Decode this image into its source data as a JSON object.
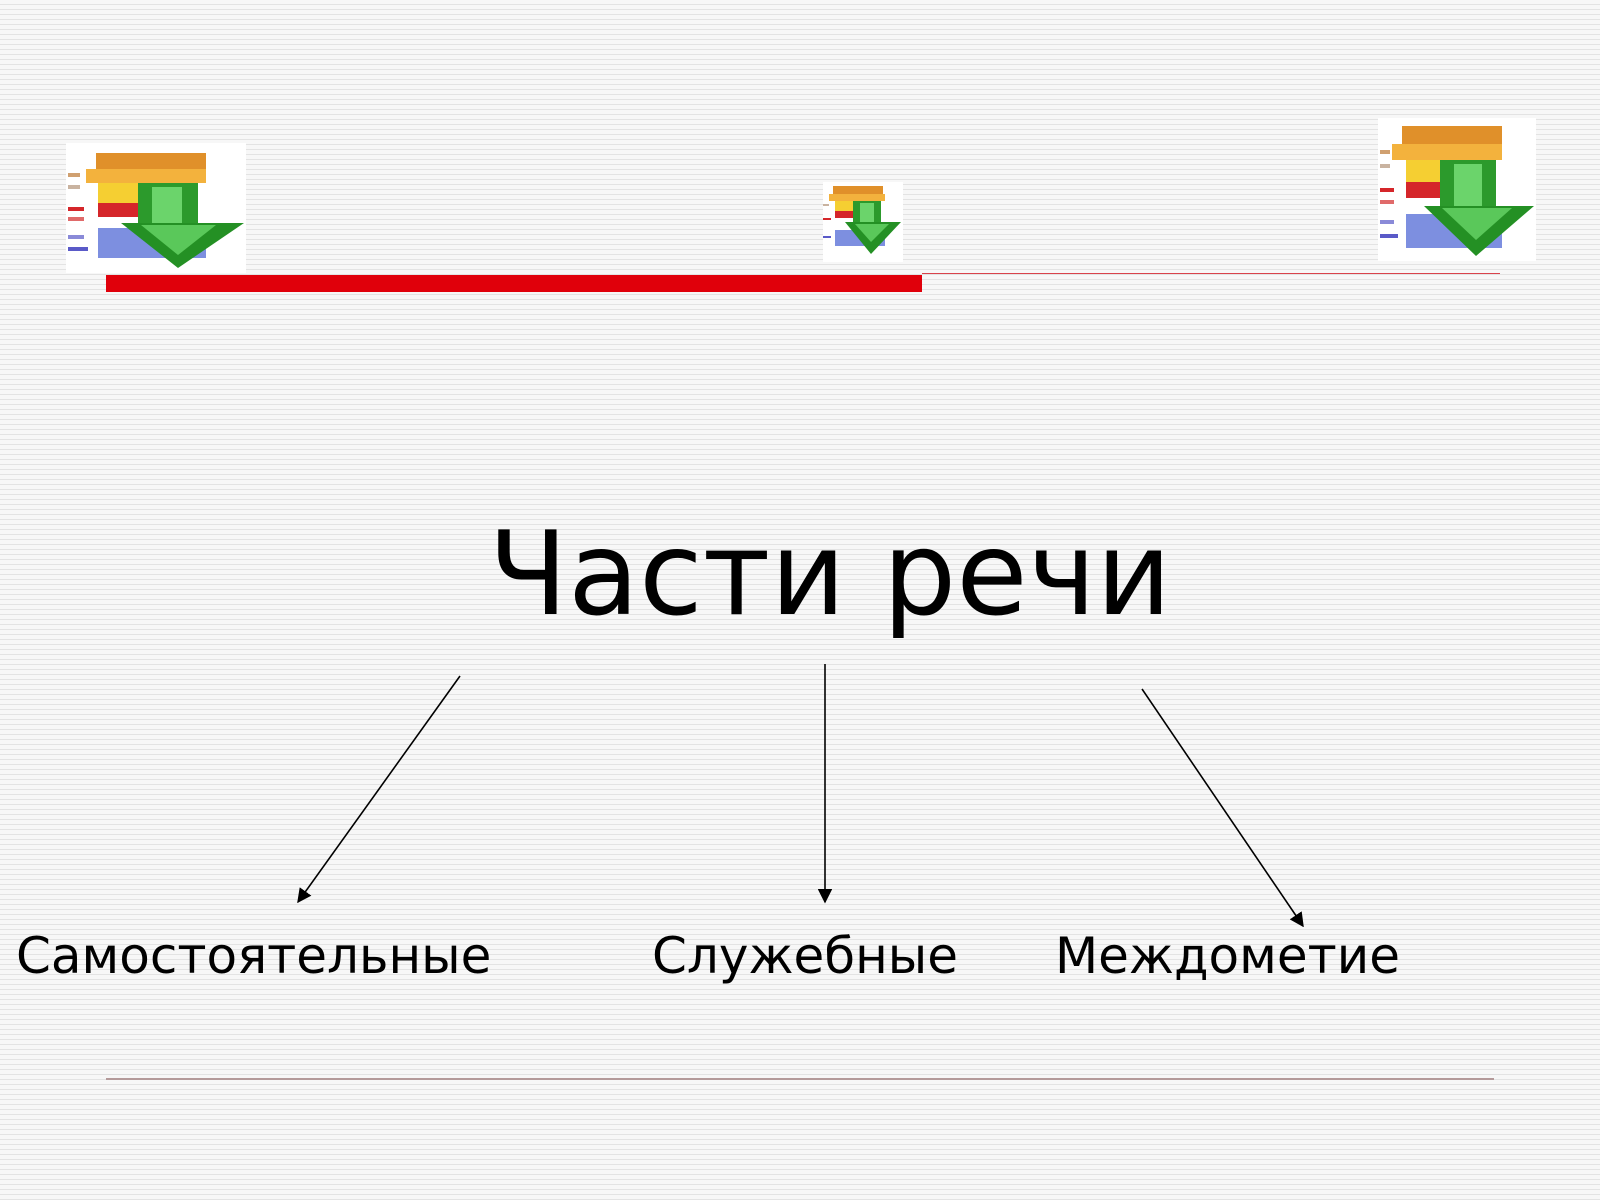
{
  "slide": {
    "title": "Части речи",
    "accent_color": "#e0000b",
    "icons": [
      "books-download-icon",
      "books-download-icon",
      "books-download-icon"
    ]
  },
  "diagram": {
    "root": "Части речи",
    "children": [
      {
        "label": "Самостоятельные"
      },
      {
        "label": "Служебные"
      },
      {
        "label": "Междометие"
      }
    ]
  }
}
